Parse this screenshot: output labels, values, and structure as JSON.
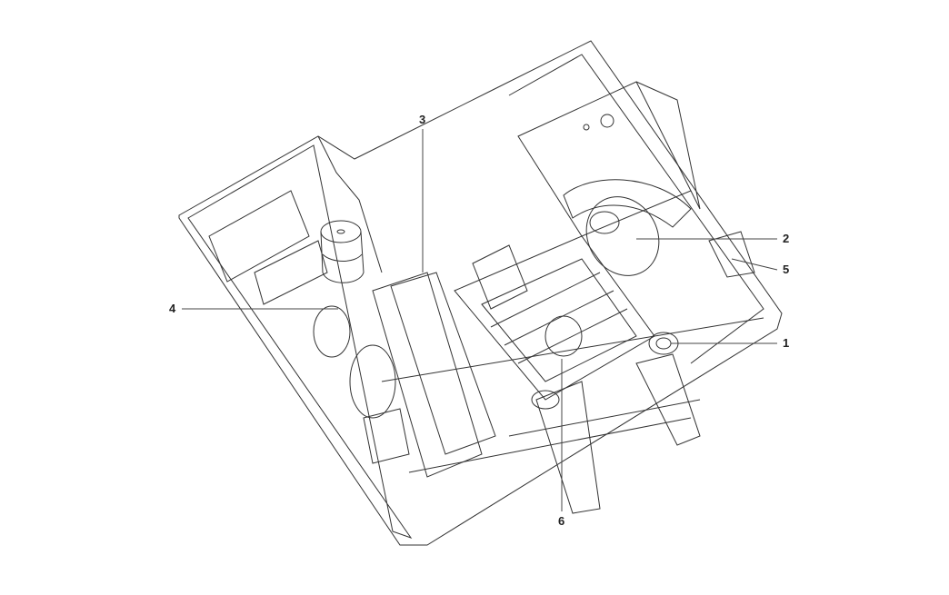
{
  "diagram": {
    "type": "exploded engine assembly line drawing",
    "callouts": [
      {
        "label": "1"
      },
      {
        "label": "2"
      },
      {
        "label": "3"
      },
      {
        "label": "4"
      },
      {
        "label": "5"
      },
      {
        "label": "6"
      }
    ]
  }
}
